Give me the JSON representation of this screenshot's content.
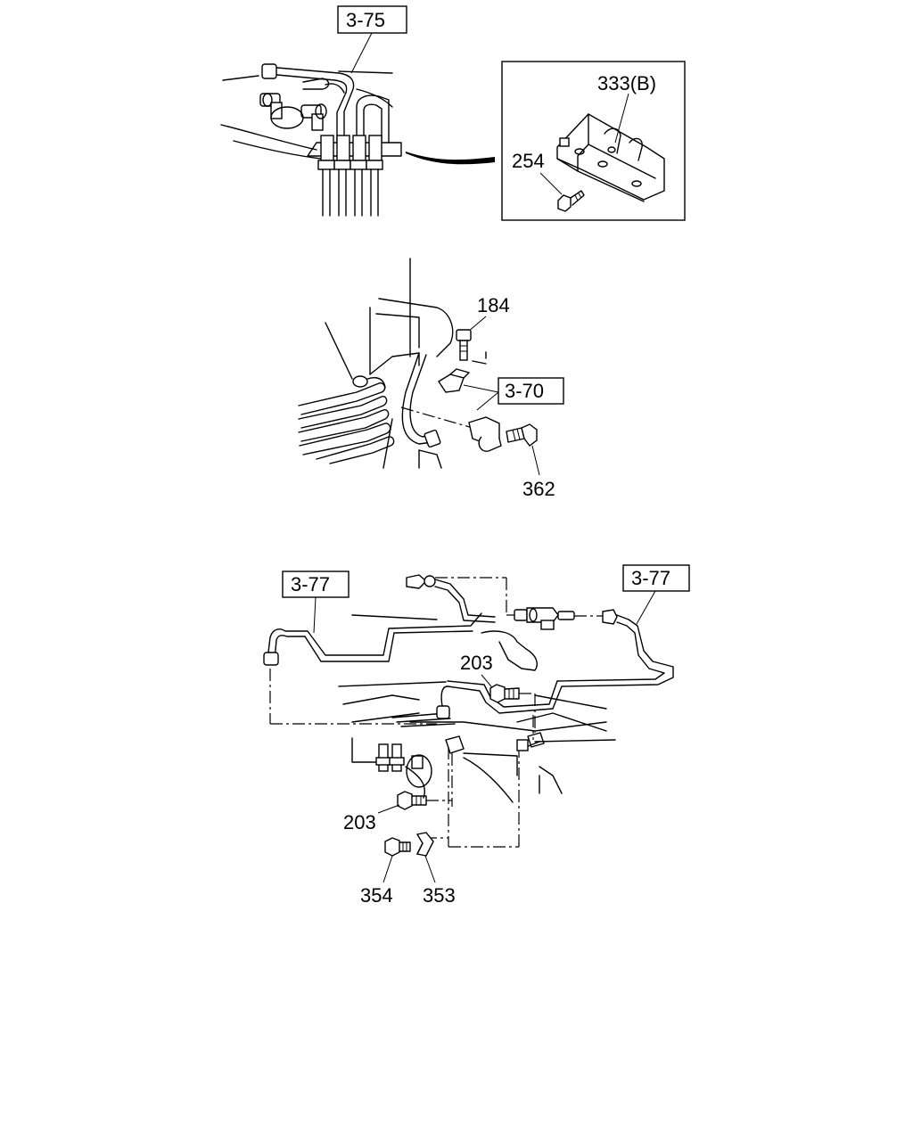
{
  "refs": {
    "ref_3_75": "3-75",
    "ref_3_70": "3-70",
    "ref_3_77_left": "3-77",
    "ref_3_77_right": "3-77"
  },
  "parts": {
    "p333b": "333(B)",
    "p254": "254",
    "p184": "184",
    "p362": "362",
    "p203_top": "203",
    "p203_bottom": "203",
    "p354": "354",
    "p353": "353"
  }
}
